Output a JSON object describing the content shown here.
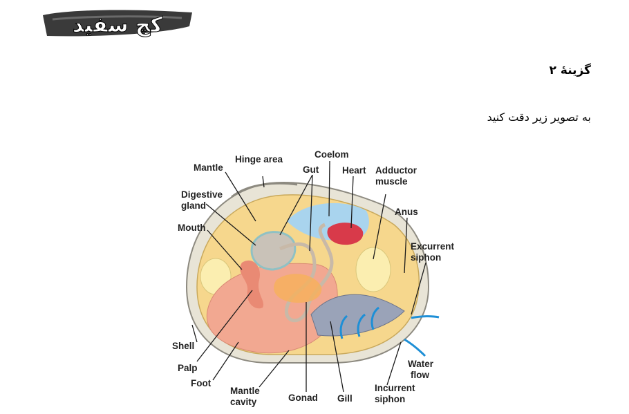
{
  "logo": {
    "text": "کچ سفید"
  },
  "question": {
    "answer_label": "گزینهٔ ۲",
    "instruction": "به تصویر زیر دقت کنید"
  },
  "diagram": {
    "labels": {
      "hinge_area": "Hinge area",
      "mantle": "Mantle",
      "coelom": "Coelom",
      "gut": "Gut",
      "heart": "Heart",
      "adductor_1": "Adductor",
      "adductor_2": "muscle",
      "digestive_1": "Digestive",
      "digestive_2": "gland",
      "anus": "Anus",
      "mouth": "Mouth",
      "excurrent_1": "Excurrent",
      "excurrent_2": "siphon",
      "shell": "Shell",
      "palp": "Palp",
      "foot": "Foot",
      "water_1": "Water",
      "water_2": "flow",
      "mantle_cavity_1": "Mantle",
      "mantle_cavity_2": "cavity",
      "gonad": "Gonad",
      "gill": "Gill",
      "incurrent_1": "Incurrent",
      "incurrent_2": "siphon"
    },
    "colors": {
      "shell": "#e8e4d6",
      "mantle": "#f6d78d",
      "coelom": "#a9d4ee",
      "heart": "#d83a4a",
      "foot": "#f2a891",
      "adductor": "#fbeeb0",
      "gill": "#9aa3b8",
      "water_arrow": "#1e8fd6"
    }
  }
}
